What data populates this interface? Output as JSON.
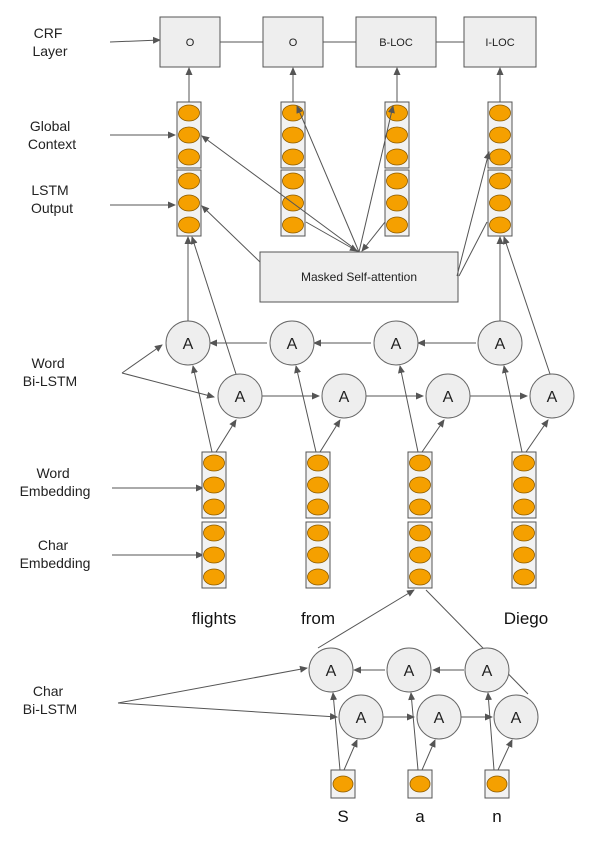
{
  "layers": {
    "crf": "CRF\nLayer",
    "global_context": "Global\nContext",
    "lstm_output": "LSTM\nOutput",
    "word_bilstm": "Word\nBi-LSTM",
    "word_embedding": "Word\nEmbedding",
    "char_embedding": "Char\nEmbedding",
    "char_bilstm": "Char\nBi-LSTM"
  },
  "crf_tags": [
    "O",
    "O",
    "B-LOC",
    "I-LOC"
  ],
  "attention_label": "Masked Self-attention",
  "lstm_cell_label": "A",
  "words": [
    "flights",
    "from",
    "",
    "Diego"
  ],
  "chars": [
    "S",
    "a",
    "n"
  ],
  "colors": {
    "node_fill": "#f5a000",
    "box_fill": "#eeeeee",
    "line": "#555555"
  }
}
